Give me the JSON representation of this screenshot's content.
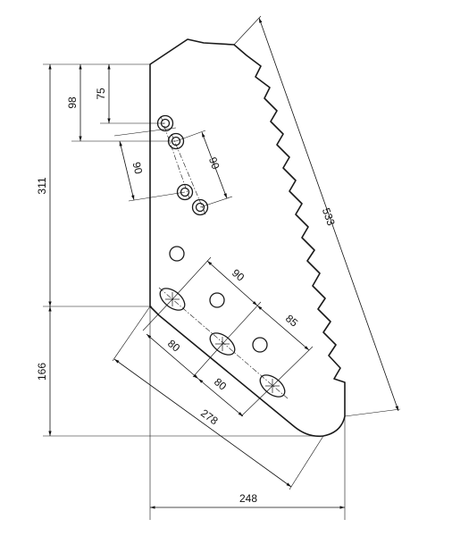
{
  "dimensions": {
    "total_height": "311",
    "bottom_height": "166",
    "top_offset_98": "98",
    "top_offset_75": "75",
    "hole_pitch_left": "90",
    "hole_pitch_right": "90",
    "edge_length": "533",
    "slot_spacing_upper": "90",
    "slot_offset": "85",
    "slot_spacing_1": "80",
    "slot_spacing_2": "80",
    "base_diagonal": "278",
    "base_width": "248"
  }
}
